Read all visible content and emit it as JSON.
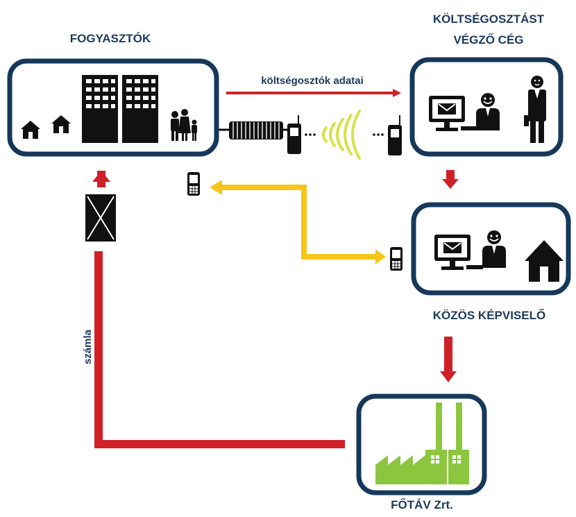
{
  "nodes": {
    "consumers": {
      "label": "FOGYASZTÓK",
      "icons": [
        "house-icon",
        "building-icon",
        "family-icon"
      ]
    },
    "billing_company": {
      "label_line1": "KÖLTSÉGOSZTÁST",
      "label_line2": "VÉGZŐ CÉG",
      "icons": [
        "computer-icon",
        "person-icon",
        "businessman-icon"
      ]
    },
    "representative": {
      "label": "KÖZÖS KÉPVISELŐ",
      "icons": [
        "computer-icon",
        "person-icon",
        "house-icon"
      ]
    },
    "district_heating": {
      "label": "FŐTÁV Zrt.",
      "icons": [
        "factory-icon"
      ]
    }
  },
  "edges": {
    "data_flow": {
      "label": "költségosztók adatai"
    },
    "invoice": {
      "label": "számla"
    }
  },
  "colors": {
    "box_border": "#16385a",
    "label_text": "#1b3a5c",
    "red_arrow": "#cf2127",
    "yellow_arrow": "#f7c51a",
    "factory_green": "#8cc63f",
    "wireless_waves": "#d7e24a",
    "icon_black": "#111111"
  }
}
